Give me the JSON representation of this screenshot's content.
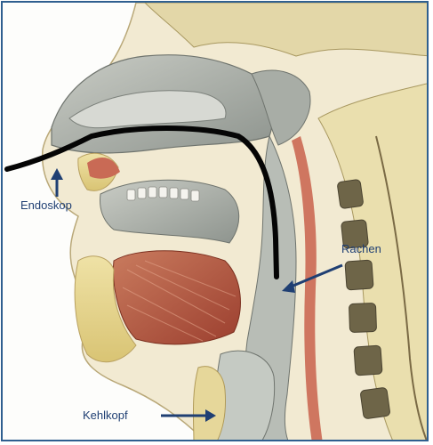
{
  "labels": {
    "endoscope": "Endoskop",
    "pharynx": "Rachen",
    "larynx": "Kehlkopf"
  },
  "colors": {
    "frame": "#2f5f8f",
    "arrow": "#1f3f73",
    "endoscope_line": "#050505",
    "tissue_gray": "#a9aea8",
    "muscle_red": "#b25843",
    "fat_yellow": "#e8d68c",
    "vertebra_brown": "#6e6548"
  }
}
